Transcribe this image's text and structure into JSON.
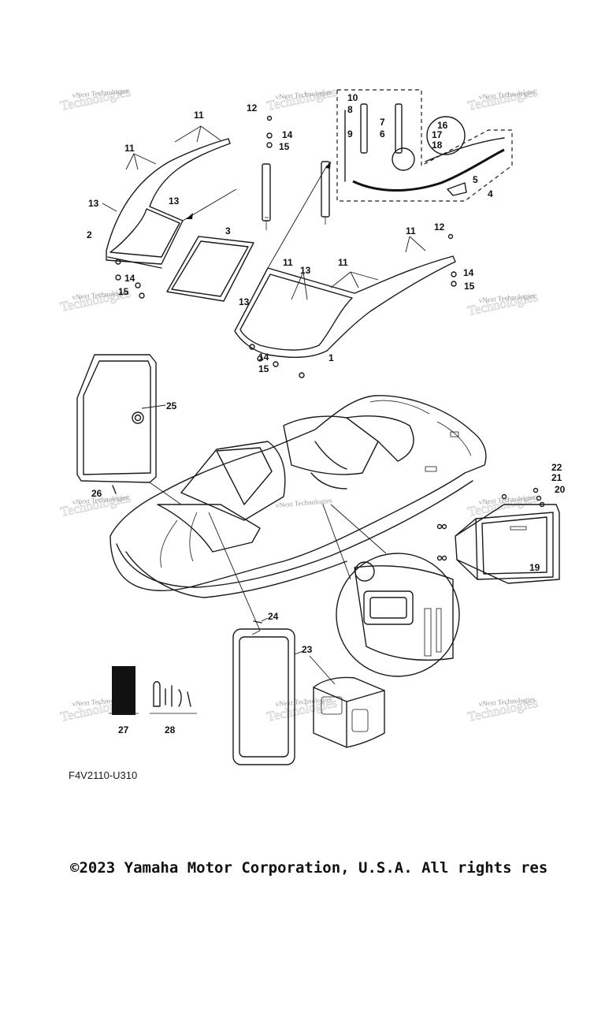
{
  "diagram": {
    "code": "F4V2110-U310",
    "copyright": "©2023 Yamaha Motor Corporation, U.S.A. All rights res",
    "watermark": "vNext Technologies",
    "watermark_secondary": "Technologies",
    "callouts": [
      "1",
      "2",
      "3",
      "4",
      "5",
      "6",
      "7",
      "8",
      "9",
      "10",
      "11",
      "12",
      "13",
      "14",
      "15",
      "16",
      "17",
      "18",
      "19",
      "20",
      "21",
      "22",
      "23",
      "24",
      "25",
      "26",
      "27",
      "28"
    ]
  }
}
